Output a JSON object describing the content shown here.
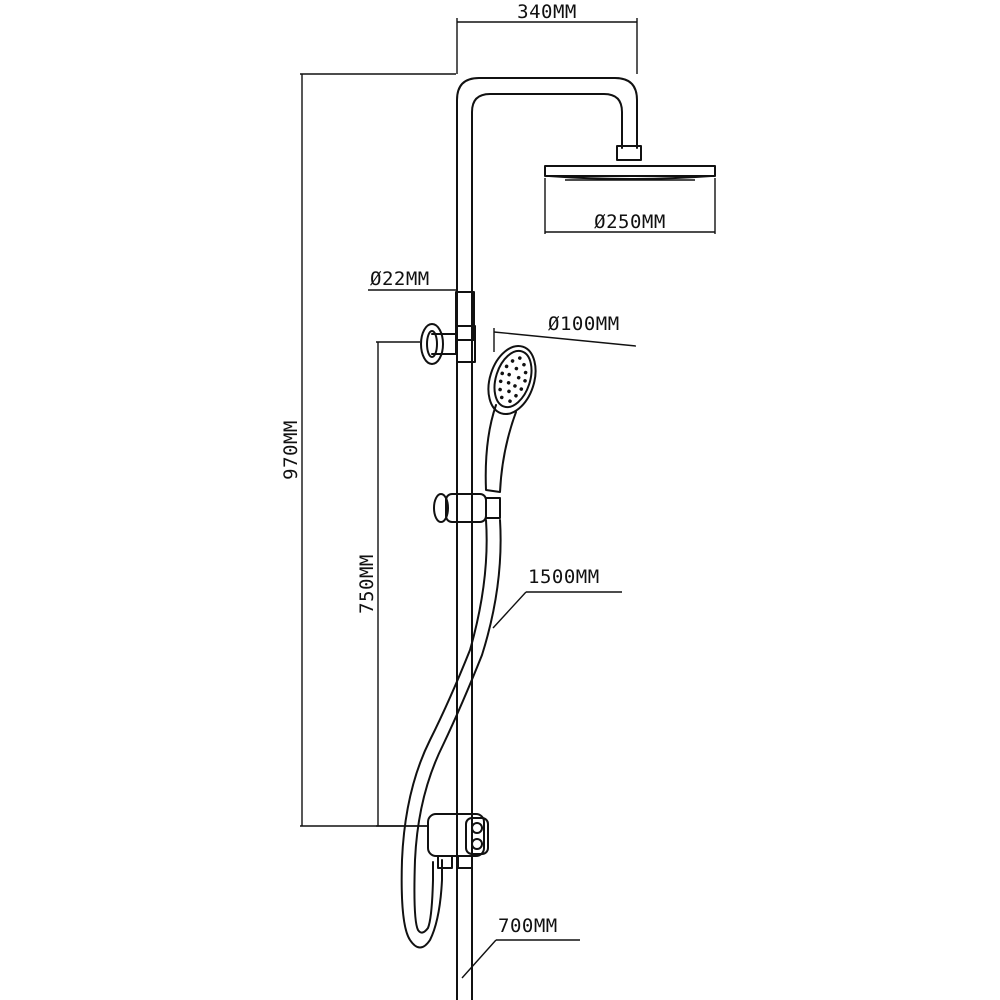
{
  "diagram": {
    "title": "",
    "dimensions": {
      "top_span": "340MM",
      "shower_head": "Ø250MM",
      "rail": "Ø22MM",
      "hand_shower": "Ø100MM",
      "total_height": "970MM",
      "bracket_height": "750MM",
      "hose": "1500MM",
      "lower_pipe": "700MM"
    }
  }
}
